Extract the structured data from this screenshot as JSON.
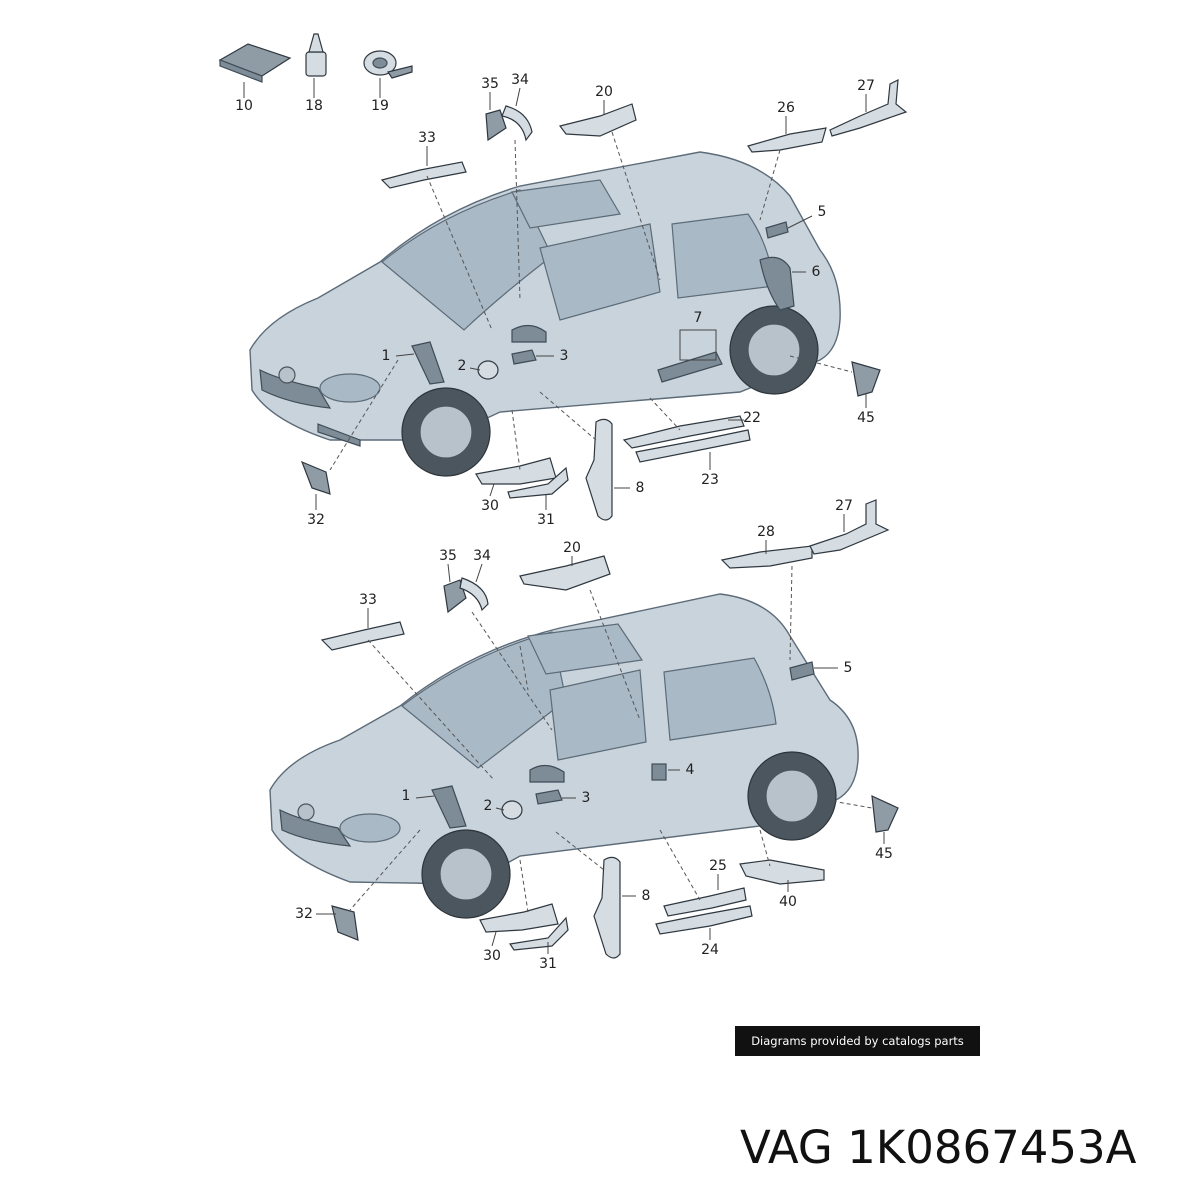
{
  "diagram": {
    "top_labels": [
      "10",
      "18",
      "19",
      "35",
      "34",
      "20",
      "26",
      "27",
      "33",
      "5",
      "6",
      "1",
      "2",
      "3",
      "7",
      "22",
      "45",
      "8",
      "23",
      "32",
      "30",
      "31"
    ],
    "bottom_labels": [
      "35",
      "34",
      "20",
      "28",
      "27",
      "33",
      "5",
      "4",
      "1",
      "2",
      "3",
      "45",
      "32",
      "8",
      "25",
      "40",
      "30",
      "31",
      "24"
    ]
  },
  "credit": "Diagrams provided by catalogs parts",
  "brand": "VAG",
  "part_number": "1K0867453A",
  "colors": {
    "car_body": "#c9d3dc",
    "outline": "#5c6b78",
    "part": "#8f9ba5",
    "credit_bg": "#111111"
  }
}
